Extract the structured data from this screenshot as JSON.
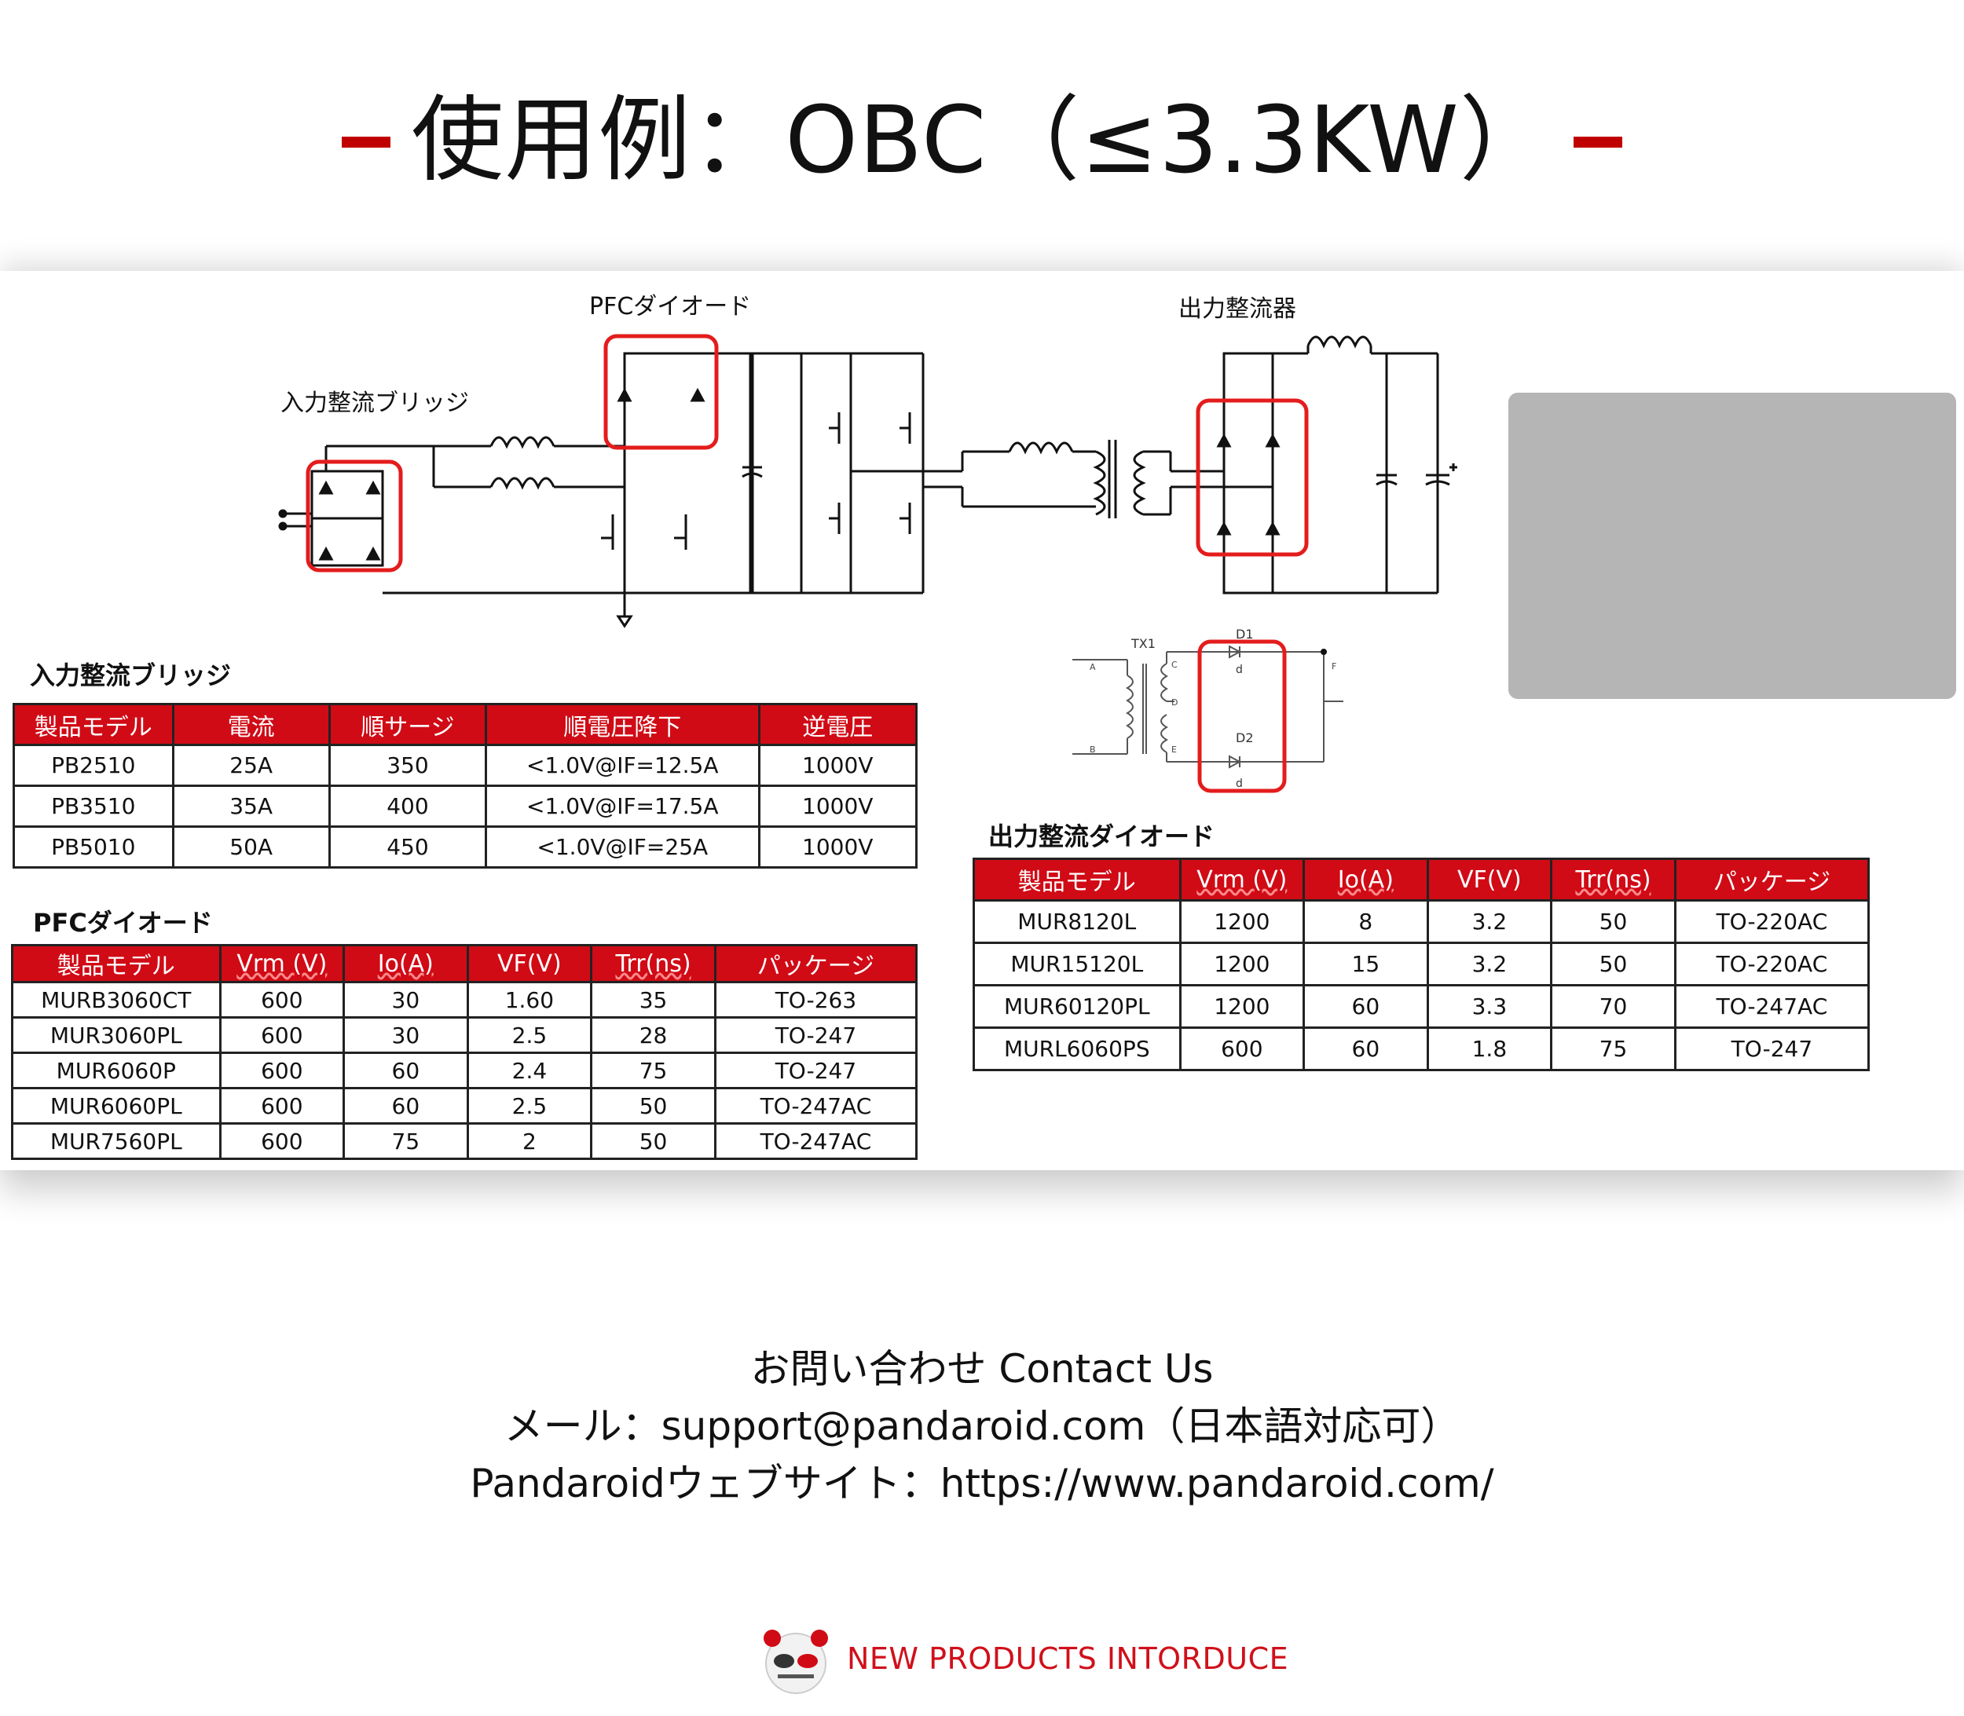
{
  "title": "使用例：OBC（≤3.3KW）",
  "diagram": {
    "label_pfc": "PFCダイオード",
    "label_output": "出力整流器",
    "label_bridge": "入力整流ブリッジ",
    "tx_labels": {
      "tx1": "TX1",
      "d1": "D1",
      "d2": "D2",
      "a": "A",
      "b": "B",
      "c": "C",
      "d": "D",
      "e": "E",
      "f": "F",
      "d_small_1": "d",
      "d_small_2": "d"
    }
  },
  "bridge_table": {
    "heading": "入力整流ブリッジ",
    "headers": [
      "製品モデル",
      "電流",
      "順サージ",
      "順電圧降下",
      "逆電圧"
    ],
    "rows": [
      [
        "PB2510",
        "25A",
        "350",
        "<1.0V@IF=12.5A",
        "1000V"
      ],
      [
        "PB3510",
        "35A",
        "400",
        "<1.0V@IF=17.5A",
        "1000V"
      ],
      [
        "PB5010",
        "50A",
        "450",
        "<1.0V@IF=25A",
        "1000V"
      ]
    ]
  },
  "pfc_table": {
    "heading": "PFCダイオード",
    "headers": [
      "製品モデル",
      "Vrm (V)",
      "Io(A)",
      "VF(V)",
      "Trr(ns)",
      "パッケージ"
    ],
    "rows": [
      [
        "MURB3060CT",
        "600",
        "30",
        "1.60",
        "35",
        "TO-263"
      ],
      [
        "MUR3060PL",
        "600",
        "30",
        "2.5",
        "28",
        "TO-247"
      ],
      [
        "MUR6060P",
        "600",
        "60",
        "2.4",
        "75",
        "TO-247"
      ],
      [
        "MUR6060PL",
        "600",
        "60",
        "2.5",
        "50",
        "TO-247AC"
      ],
      [
        "MUR7560PL",
        "600",
        "75",
        "2",
        "50",
        "TO-247AC"
      ]
    ]
  },
  "output_table": {
    "heading": "出力整流ダイオード",
    "headers": [
      "製品モデル",
      "Vrm (V)",
      "Io(A)",
      "VF(V)",
      "Trr(ns)",
      "パッケージ"
    ],
    "rows": [
      [
        "MUR8120L",
        "1200",
        "8",
        "3.2",
        "50",
        "TO-220AC"
      ],
      [
        "MUR15120L",
        "1200",
        "15",
        "3.2",
        "50",
        "TO-220AC"
      ],
      [
        "MUR60120PL",
        "1200",
        "60",
        "3.3",
        "70",
        "TO-247AC"
      ],
      [
        "MURL6060PS",
        "600",
        "60",
        "1.8",
        "75",
        "TO-247"
      ]
    ]
  },
  "contact": {
    "line1": "お問い合わせ  Contact Us",
    "line2": "メール：support@pandaroid.com（日本語対応可）",
    "line3": "Pandaroidウェブサイト：https://www.pandaroid.com/"
  },
  "footer": {
    "text": "NEW PRODUCTS INTORDUCE"
  },
  "colors": {
    "accent_red": "#d00b16",
    "highlight_box": "#e41c1c"
  },
  "icons": {
    "logo": "panda-logo-icon",
    "product_photo": "obc-charger-unit-photo"
  }
}
